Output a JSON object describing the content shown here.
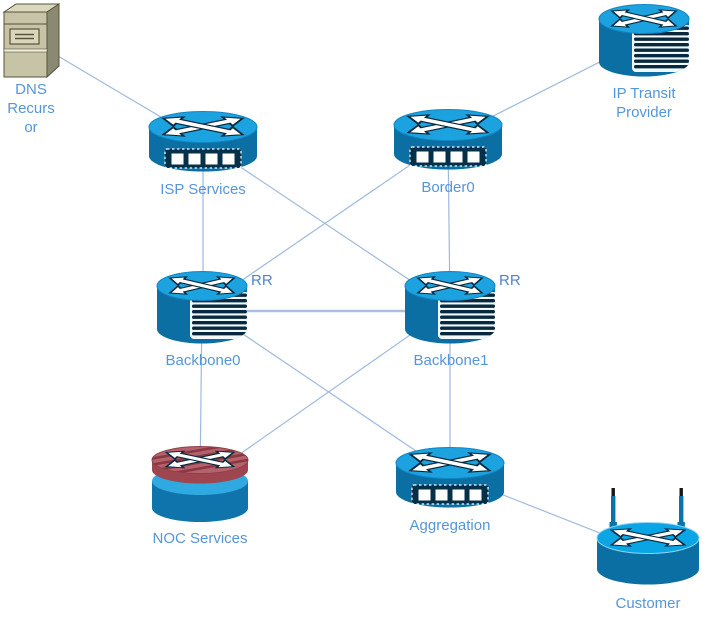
{
  "diagram": {
    "type": "network-topology",
    "nodes": {
      "dns": {
        "id": "dns-recursor",
        "label": "DNS\nRecurs\nor",
        "icon": "server"
      },
      "transit": {
        "id": "ip-transit-provider",
        "label": "IP Transit\nProvider",
        "icon": "router-stack"
      },
      "isp": {
        "id": "isp-services",
        "label": "ISP Services",
        "icon": "router-ports"
      },
      "border0": {
        "id": "border0",
        "label": "Border0",
        "icon": "router-ports"
      },
      "backbone0": {
        "id": "backbone0",
        "label": "Backbone0",
        "icon": "router-stack",
        "tag": "RR"
      },
      "backbone1": {
        "id": "backbone1",
        "label": "Backbone1",
        "icon": "router-stack",
        "tag": "RR"
      },
      "noc": {
        "id": "noc-services",
        "label": "NOC Services",
        "icon": "router-redtop"
      },
      "aggregation": {
        "id": "aggregation",
        "label": "Aggregation",
        "icon": "router-ports"
      },
      "customer": {
        "id": "customer",
        "label": "Customer",
        "icon": "router-wireless"
      }
    },
    "edges": [
      {
        "from": "dns-recursor",
        "to": "isp-services"
      },
      {
        "from": "ip-transit-provider",
        "to": "border0"
      },
      {
        "from": "isp-services",
        "to": "backbone0"
      },
      {
        "from": "isp-services",
        "to": "backbone1"
      },
      {
        "from": "border0",
        "to": "backbone0"
      },
      {
        "from": "border0",
        "to": "backbone1"
      },
      {
        "from": "backbone0",
        "to": "backbone1",
        "style": "thick"
      },
      {
        "from": "backbone0",
        "to": "noc-services"
      },
      {
        "from": "backbone0",
        "to": "aggregation"
      },
      {
        "from": "backbone1",
        "to": "noc-services"
      },
      {
        "from": "backbone1",
        "to": "aggregation"
      },
      {
        "from": "aggregation",
        "to": "customer"
      }
    ],
    "colors": {
      "router_top": "#1BA2DF",
      "router_body": "#0C6FA4",
      "panel_dark": "#05304A",
      "stack_stripe": "#08293D",
      "noc_top_red": "#B4626B",
      "noc_top_red_dark": "#8F4049",
      "server_front": "#C6C3A6",
      "server_side": "#8B8971",
      "server_top": "#DBD8BD",
      "label_text": "#5596D8",
      "edge_line": "#9FB9DE"
    }
  }
}
